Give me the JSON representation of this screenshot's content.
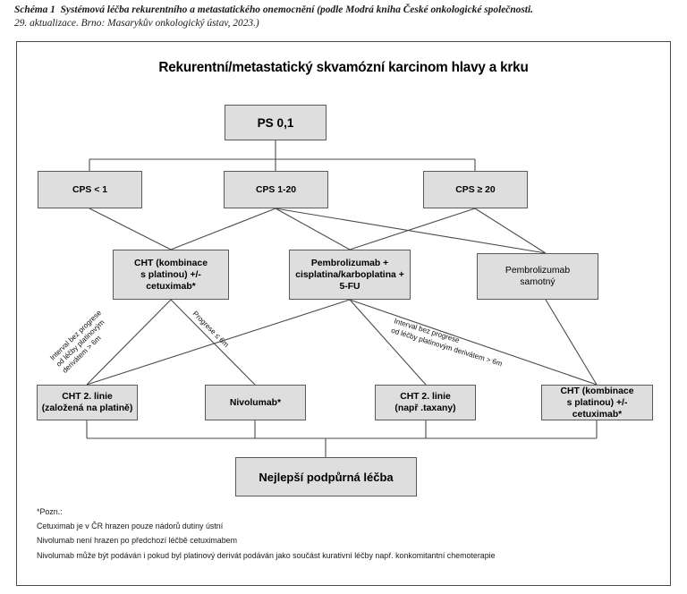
{
  "caption": {
    "label": "Schéma 1",
    "text": "Systémová léčba rekurentního a metastatického onemocnění (podle Modrá kniha České onkologické společnosti.",
    "line2": "29. aktualizace. Brno: Masarykův onkologický ústav, 2023.)"
  },
  "figure": {
    "title": "Rekurentní/metastatický skvamózní karcinom hlavy a krku"
  },
  "nodes": {
    "root": "PS 0,1",
    "cps_low": "CPS < 1",
    "cps_mid": "CPS 1-20",
    "cps_high": "CPS ≥ 20",
    "tx_cht_platinum": "CHT (kombinace\ns platinou) +/-\ncetuximab*",
    "tx_pembro_chemo": "Pembrolizumab +\ncisplatina/karboplatina +\n5-FU",
    "tx_pembro_mono": "Pembrolizumab\nsamotný",
    "second_cht_platinum": "CHT 2. linie\n(založená na platině)",
    "second_nivolumab": "Nivolumab*",
    "second_cht_taxane": "CHT 2. linie\n(např .taxany)",
    "second_cht_combo": "CHT (kombinace\ns platinou) +/- cetuximab*",
    "best_supportive": "Nejlepší podpůrná léčba"
  },
  "edge_labels": {
    "left_interval": "Interval bez progrese\nod léčby platinovým\nderivátem > 6m",
    "progression": "Progrese ≤ 6m",
    "right_interval": "Interval bez progrese\nod léčby platinovým derivátem > 6m"
  },
  "notes": {
    "heading": "*Pozn.:",
    "line1": "Cetuximab je v ČR hrazen pouze nádorů dutiny ústní",
    "line2": "Nivolumab není hrazen po předchozí léčbě cetuximabem",
    "line3": "Nivolumab může být podáván i pokud byl platinový derivát podáván jako součást kurativní léčby např. konkomitantní chemoterapie"
  },
  "colors": {
    "node_fill": "#dedede",
    "node_border": "#5a5a5a",
    "frame_border": "#4a4a4a",
    "wire": "#4a4a4a"
  }
}
